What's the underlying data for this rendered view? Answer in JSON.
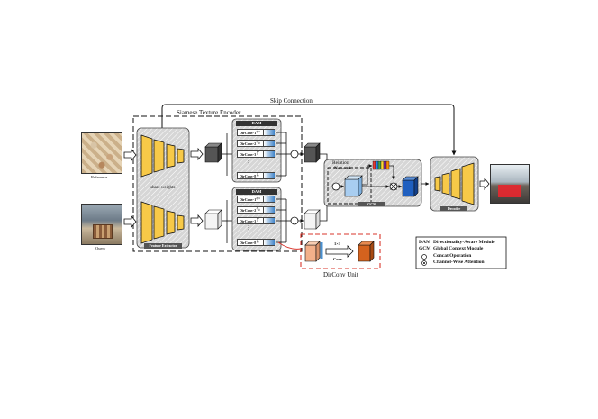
{
  "labels": {
    "skip": "Skip Connection",
    "encoder": "Siamese Texture Encoder",
    "reference": "Reference",
    "query": "Query",
    "share": "share weights",
    "extractor": "Feature Extractor",
    "dam": "DAM",
    "relation_line1": "Relation",
    "relation_line2": "Network",
    "gcm": "GCM",
    "decoder": "Decoder",
    "unit_title": "DirConv Unit",
    "unit_kernel": "1×1",
    "unit_conv": "Conv"
  },
  "dirconv_labels": [
    "DirConv-1",
    "DirConv-2",
    "DirConv-3",
    "DirConv-8"
  ],
  "legend": [
    {
      "abbr": "DAM",
      "desc": "Directionality-Aware Module"
    },
    {
      "abbr": "GCM",
      "desc": "Global Context Module"
    },
    {
      "abbr": "",
      "desc": "Concat Operation"
    },
    {
      "abbr": "",
      "desc": "Channel-Wise Attention"
    }
  ],
  "colors": {
    "feature_map": "#f7c948",
    "dark_cube": "#555555",
    "light_cube": "#f4f4f4",
    "relation_cube": "#a8cdf0",
    "output_cube": "#1f5fbf",
    "unit_input": "#f3b08a",
    "unit_output": "#d4621e",
    "red_dashed": "#d9342b"
  },
  "icons": [
    "arrow-left-icon",
    "arrow-diag-down-icon",
    "arrow-diag-up-icon",
    "arrow-down-icon",
    "arrow-up-icon"
  ]
}
